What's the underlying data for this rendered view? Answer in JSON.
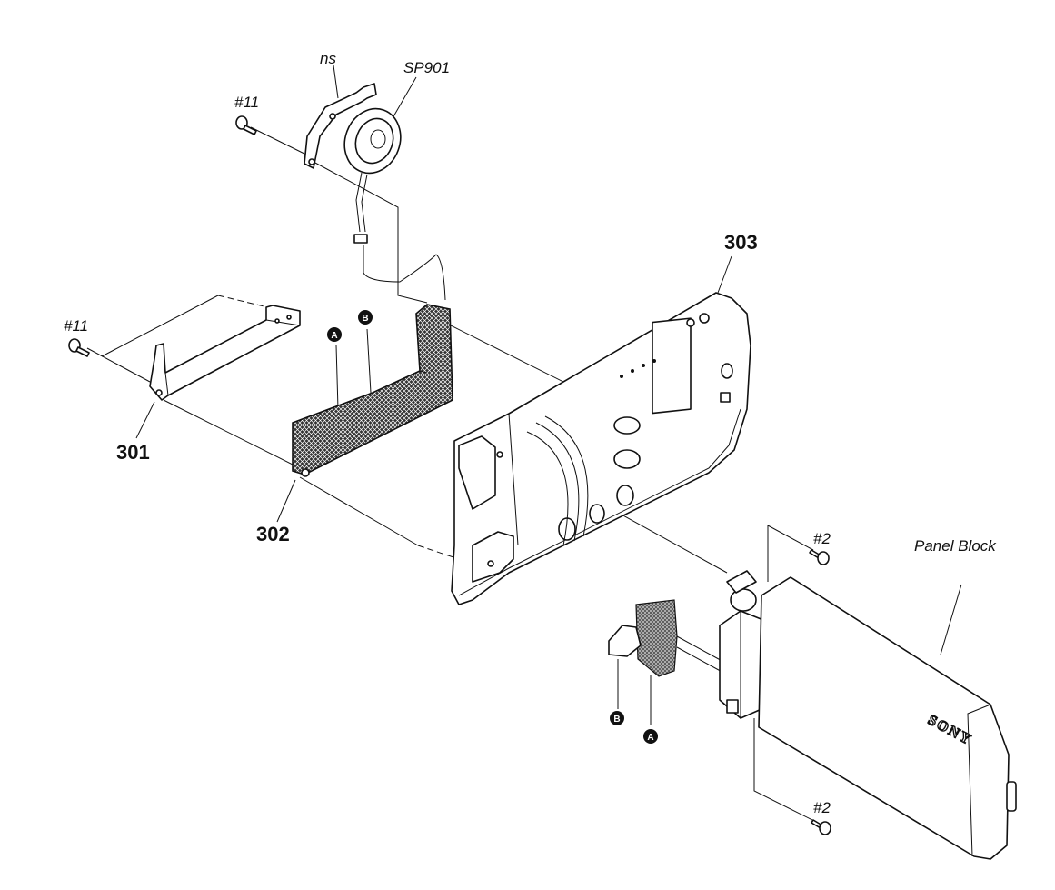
{
  "labels": {
    "ns": "ns",
    "sp901": "SP901",
    "screw_11_top": "#11",
    "screw_11_left": "#11",
    "part_303": "303",
    "part_301": "301",
    "part_302": "302",
    "screw_2_top": "#2",
    "screw_2_bottom": "#2",
    "panel_block": "Panel Block"
  },
  "badges": {
    "a_upper": "A",
    "b_upper": "B",
    "a_lower": "A",
    "b_lower": "B"
  },
  "brand": "SONY"
}
